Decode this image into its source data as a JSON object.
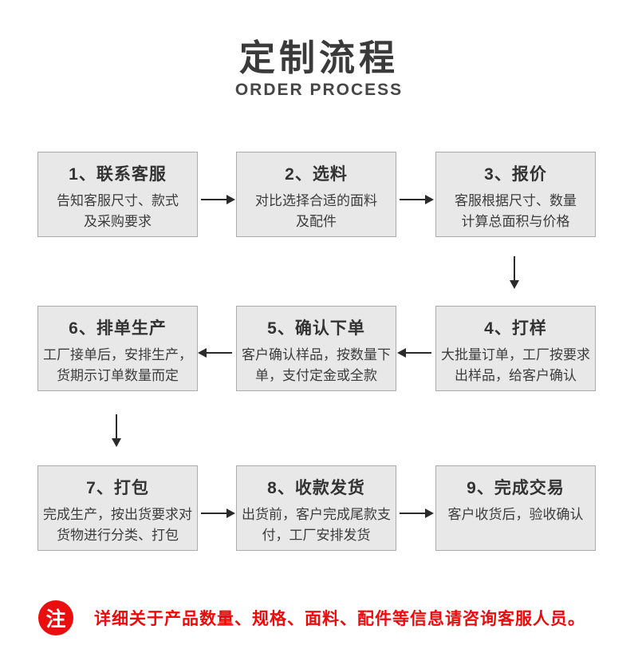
{
  "header": {
    "title": "定制流程",
    "subtitle": "ORDER PROCESS"
  },
  "steps": [
    {
      "title": "1、联系客服",
      "line1": "告知客服尺寸、款式",
      "line2": "及采购要求"
    },
    {
      "title": "2、选料",
      "line1": "对比选择合适的面料",
      "line2": "及配件"
    },
    {
      "title": "3、报价",
      "line1": "客服根据尺寸、数量",
      "line2": "计算总面积与价格"
    },
    {
      "title": "4、打样",
      "line1": "大批量订单，工厂按要求",
      "line2": "出样品，给客户确认"
    },
    {
      "title": "5、确认下单",
      "line1": "客户确认样品，按数量下",
      "line2": "单，支付定金或全款"
    },
    {
      "title": "6、排单生产",
      "line1": "工厂接单后，安排生产，",
      "line2": "货期示订单数量而定"
    },
    {
      "title": "7、打包",
      "line1": "完成生产，按出货要求对",
      "line2": "货物进行分类、打包"
    },
    {
      "title": "8、收款发货",
      "line1": "出货前，客户完成尾款支",
      "line2": "付，工厂安排发货"
    },
    {
      "title": "9、完成交易",
      "line1": "客户收货后，验收确认",
      "line2": ""
    }
  ],
  "note": {
    "badge": "注",
    "text": "详细关于产品数量、规格、面料、配件等信息请咨询客服人员。"
  },
  "colors": {
    "accent_red": "#ea0e0e",
    "box_background": "#e8e8e8",
    "box_border": "#aaaaaa",
    "arrow": "#2b2b2b",
    "title_text": "#3a3a3a",
    "body_text": "#333333"
  }
}
